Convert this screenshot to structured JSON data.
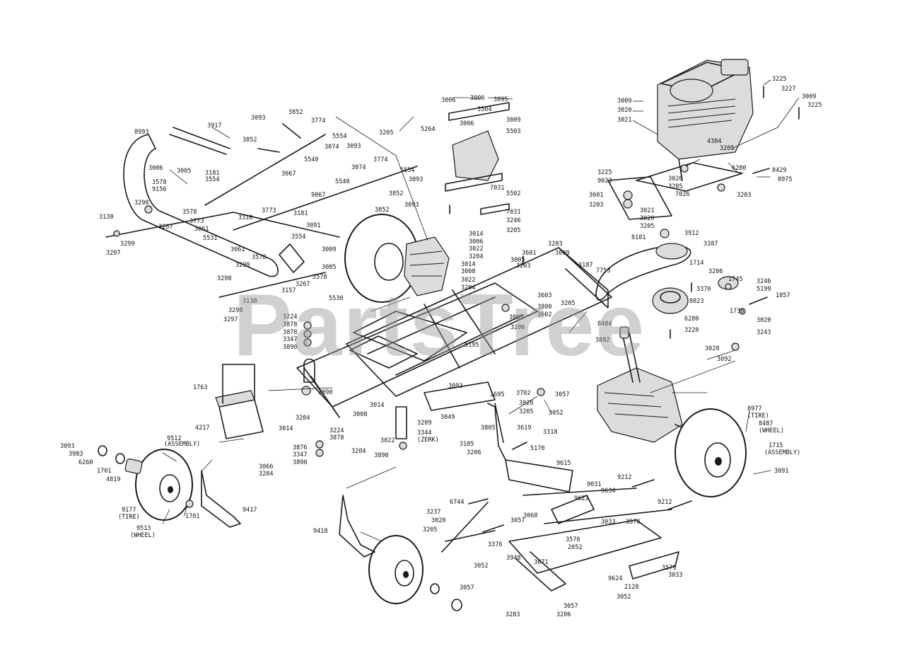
{
  "watermark": "PartsTree",
  "callouts": [
    "3225",
    "3227",
    "3009",
    "3225",
    "3009",
    "3020",
    "3021",
    "4384",
    "3205",
    "6280",
    "8429",
    "8975",
    "3020",
    "3205",
    "3203",
    "3225",
    "9023",
    "7026",
    "3601",
    "3021",
    "3203",
    "3020",
    "3205",
    "3912",
    "8101",
    "3387",
    "1714",
    "3206",
    "3246",
    "5199",
    "1745",
    "1857",
    "3370",
    "8823",
    "1738",
    "6280",
    "3020",
    "3220",
    "3243",
    "3020",
    "3092",
    "3006",
    "3006",
    "3895",
    "5504",
    "3009",
    "5503",
    "3205",
    "5264",
    "3006",
    "7031",
    "5502",
    "7031",
    "3246",
    "3205",
    "3014",
    "3006",
    "3022",
    "3204",
    "3014",
    "3008",
    "3022",
    "3204",
    "3203",
    "3601",
    "3009",
    "3005",
    "3203",
    "3187",
    "7753",
    "3603",
    "3800",
    "3602",
    "3205",
    "8484",
    "3097",
    "3206",
    "3882",
    "8977",
    "(TIRE)",
    "8487",
    "(WHEEL)",
    "1715",
    "(ASSEMBLY)",
    "3091",
    "3093",
    "3852",
    "3774",
    "5554",
    "3852",
    "3074",
    "3093",
    "5540",
    "3067",
    "3074",
    "3774",
    "5554",
    "5540",
    "3093",
    "9067",
    "3852",
    "3852",
    "3093",
    "8993",
    "3917",
    "3006",
    "3005",
    "3181",
    "3578",
    "3554",
    "9156",
    "3298",
    "3578",
    "3773",
    "3130",
    "3299",
    "3267",
    "3297",
    "3773",
    "3061",
    "3181",
    "3310",
    "3091",
    "5531",
    "3554",
    "3061",
    "3578",
    "3009",
    "3299",
    "3005",
    "3298",
    "3157",
    "3267",
    "3578",
    "3130",
    "3298",
    "3297",
    "5530",
    "3224",
    "3878",
    "3878",
    "3347",
    "3890",
    "5195",
    "1763",
    "3890",
    "3093",
    "3014",
    "3008",
    "3209",
    "3049",
    "3204",
    "4217",
    "3014",
    "3224",
    "3878",
    "3344",
    "(ZERK)",
    "3022",
    "3890",
    "3204",
    "3876",
    "3347",
    "3890",
    "3066",
    "3204",
    "1695",
    "3702",
    "3020",
    "3057",
    "3205",
    "3052",
    "3805",
    "3619",
    "3318",
    "3105",
    "5170",
    "3206",
    "9615",
    "9031",
    "9212",
    "9634",
    "3093",
    "3983",
    "9512",
    "(ASSEMBLY)",
    "6260",
    "1701",
    "4819",
    "9417",
    "9177",
    "(TIRE)",
    "9513",
    "(WHEEL)",
    "1701",
    "6744",
    "3237",
    "3020",
    "3205",
    "9418",
    "3057",
    "3068",
    "3376",
    "3578",
    "3033",
    "9623",
    "3578",
    "2052",
    "9212",
    "3948",
    "3052",
    "3671",
    "9624",
    "3579",
    "2128",
    "3033",
    "3052",
    "3057",
    "3283",
    "3057",
    "3206"
  ]
}
